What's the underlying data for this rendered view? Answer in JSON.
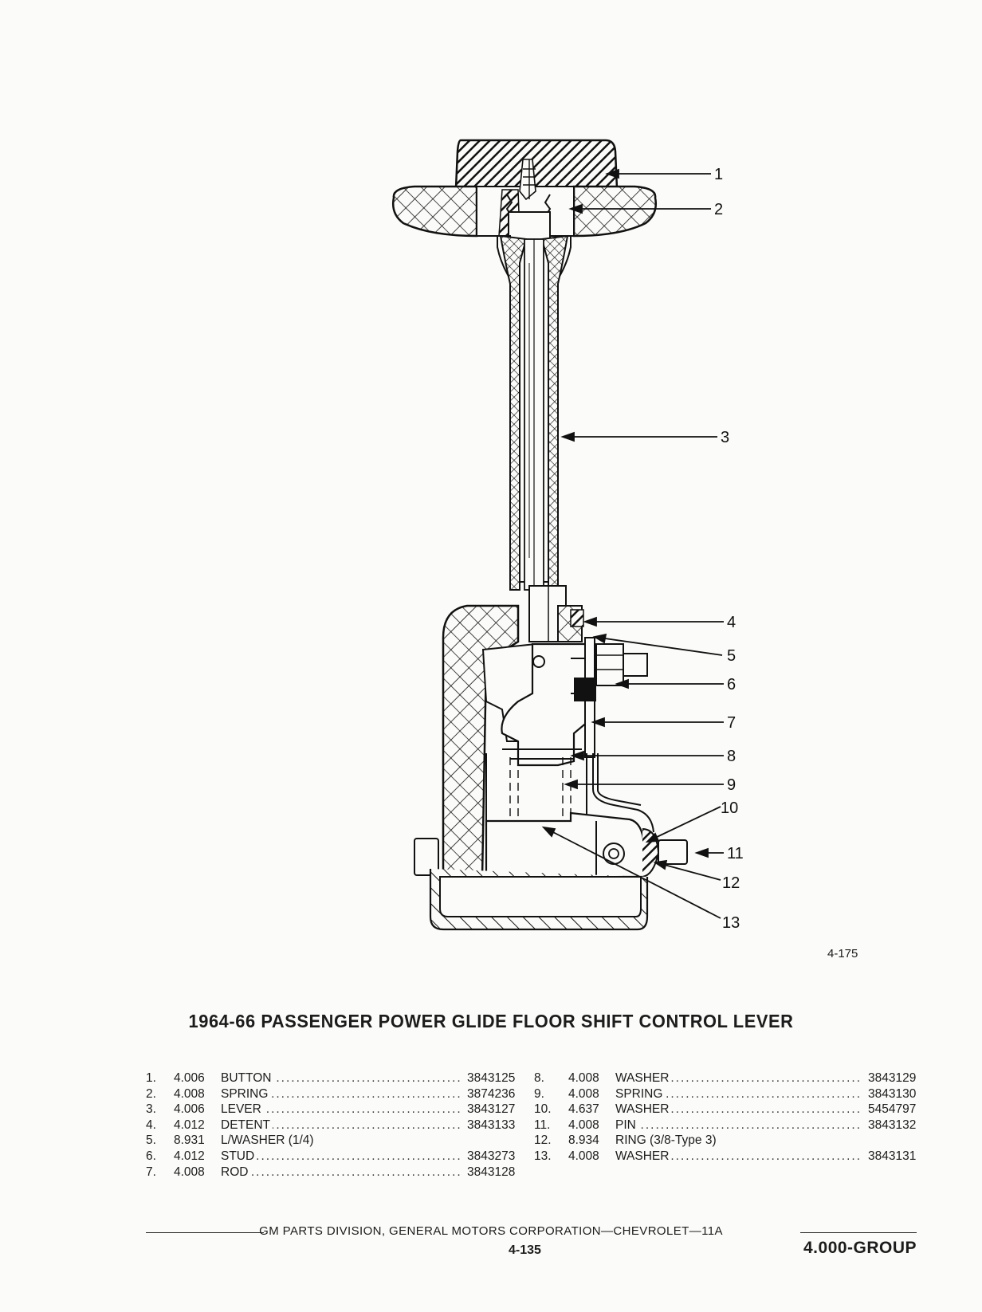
{
  "figure_id": "4-175",
  "title": "1964-66 PASSENGER POWER GLIDE FLOOR SHIFT CONTROL LEVER",
  "callouts": [
    "1",
    "2",
    "3",
    "4",
    "5",
    "6",
    "7",
    "8",
    "9",
    "10",
    "11",
    "12",
    "13"
  ],
  "parts_left": [
    {
      "item": "1.",
      "group": "4.006",
      "name": "BUTTON",
      "dots": true,
      "part": "3843125"
    },
    {
      "item": "2.",
      "group": "4.008",
      "name": "SPRING",
      "dots": true,
      "part": "3874236"
    },
    {
      "item": "3.",
      "group": "4.006",
      "name": "LEVER",
      "dots": true,
      "part": "3843127"
    },
    {
      "item": "4.",
      "group": "4.012",
      "name": "DETENT",
      "dots": true,
      "part": "3843133"
    },
    {
      "item": "5.",
      "group": "8.931",
      "name": "L/WASHER (1/4)",
      "dots": false,
      "part": ""
    },
    {
      "item": "6.",
      "group": "4.012",
      "name": "STUD",
      "dots": true,
      "part": "3843273"
    },
    {
      "item": "7.",
      "group": "4.008",
      "name": "ROD",
      "dots": true,
      "part": "3843128"
    }
  ],
  "parts_right": [
    {
      "item": "8.",
      "group": "4.008",
      "name": "WASHER",
      "dots": true,
      "part": "3843129"
    },
    {
      "item": "9.",
      "group": "4.008",
      "name": "SPRING",
      "dots": true,
      "part": "3843130"
    },
    {
      "item": "10.",
      "group": "4.637",
      "name": "WASHER",
      "dots": true,
      "part": "5454797"
    },
    {
      "item": "11.",
      "group": "4.008",
      "name": "PIN",
      "dots": true,
      "part": "3843132"
    },
    {
      "item": "12.",
      "group": "8.934",
      "name": "RING (3/8-Type 3)",
      "dots": false,
      "part": ""
    },
    {
      "item": "13.",
      "group": "4.008",
      "name": "WASHER",
      "dots": true,
      "part": "3843131"
    }
  ],
  "footer": {
    "publisher": "GM PARTS DIVISION, GENERAL MOTORS CORPORATION—CHEVROLET—11A",
    "page": "4-135",
    "group": "4.000-GROUP"
  }
}
